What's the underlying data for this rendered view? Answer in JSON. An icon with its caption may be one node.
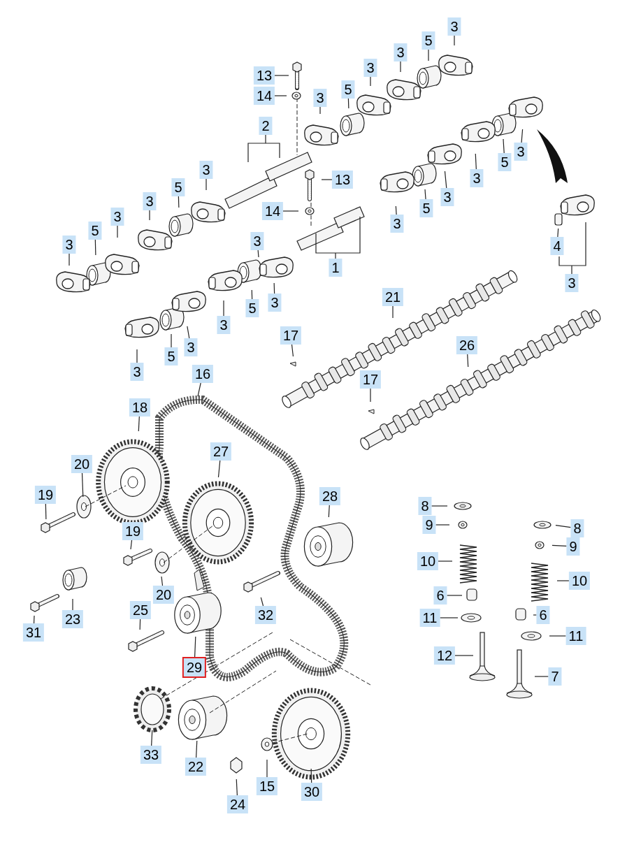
{
  "diagram": {
    "nodes": [
      {
        "text": [
          "13"
        ]
      },
      {
        "text": [
          "14"
        ]
      },
      {
        "text": [
          "2"
        ]
      },
      {
        "text": [
          "3"
        ]
      },
      {
        "text": [
          "5"
        ]
      },
      {
        "text": [
          "3"
        ]
      },
      {
        "text": [
          "3"
        ]
      },
      {
        "text": [
          "5"
        ]
      },
      {
        "text": [
          "3"
        ]
      },
      {
        "text": [
          "3"
        ]
      },
      {
        "text": [
          "5"
        ]
      },
      {
        "text": [
          "3"
        ]
      },
      {
        "text": [
          "3"
        ]
      },
      {
        "text": [
          "5"
        ]
      },
      {
        "text": [
          "3"
        ]
      },
      {
        "text": [
          "13"
        ]
      },
      {
        "text": [
          "14"
        ]
      },
      {
        "text": [
          "1"
        ]
      },
      {
        "text": [
          "3"
        ]
      },
      {
        "text": [
          "3"
        ]
      },
      {
        "text": [
          "5"
        ]
      },
      {
        "text": [
          "3"
        ]
      },
      {
        "text": [
          "3"
        ]
      },
      {
        "text": [
          "5"
        ]
      },
      {
        "text": [
          "3"
        ]
      },
      {
        "text": [
          "3"
        ]
      },
      {
        "text": [
          "5"
        ]
      },
      {
        "text": [
          "3"
        ]
      },
      {
        "text": [
          "3"
        ]
      },
      {
        "text": [
          "5"
        ]
      },
      {
        "text": [
          "3"
        ]
      },
      {
        "text": [
          "4"
        ]
      },
      {
        "text": [
          "3"
        ]
      },
      {
        "text": [
          "21"
        ]
      },
      {
        "text": [
          "17"
        ]
      },
      {
        "text": [
          "26"
        ]
      },
      {
        "text": [
          "17"
        ]
      },
      {
        "text": [
          "16"
        ]
      },
      {
        "text": [
          "18"
        ]
      },
      {
        "text": [
          "27"
        ]
      },
      {
        "text": [
          "20"
        ]
      },
      {
        "text": [
          "19"
        ]
      },
      {
        "text": [
          "28"
        ]
      },
      {
        "text": [
          "19"
        ]
      },
      {
        "text": [
          "20"
        ]
      },
      {
        "text": [
          "23"
        ]
      },
      {
        "text": [
          "31"
        ]
      },
      {
        "text": [
          "25"
        ]
      },
      {
        "text": [
          "32"
        ]
      },
      {
        "text": [
          "29"
        ]
      },
      {
        "text": [
          "33"
        ]
      },
      {
        "text": [
          "22"
        ]
      },
      {
        "text": [
          "24"
        ]
      },
      {
        "text": [
          "15"
        ]
      },
      {
        "text": [
          "30"
        ]
      },
      {
        "text": [
          "8"
        ]
      },
      {
        "text": [
          "9"
        ]
      },
      {
        "text": [
          "10"
        ]
      },
      {
        "text": [
          "6"
        ]
      },
      {
        "text": [
          "11"
        ]
      },
      {
        "text": [
          "12"
        ]
      },
      {
        "text": [
          "8"
        ]
      },
      {
        "text": [
          "9"
        ]
      },
      {
        "text": [
          "10"
        ]
      },
      {
        "text": [
          "6"
        ]
      },
      {
        "text": [
          "11"
        ]
      },
      {
        "text": [
          "7"
        ]
      }
    ],
    "edges": [
      {
        "from": 0,
        "to": null,
        "arrow": "none"
      },
      {
        "from": 1,
        "to": null,
        "arrow": "none"
      },
      {
        "from": 2,
        "to": null,
        "arrow": "none"
      },
      {
        "from": 3,
        "to": null,
        "arrow": "none"
      },
      {
        "from": 4,
        "to": null,
        "arrow": "none"
      },
      {
        "from": 5,
        "to": null,
        "arrow": "none"
      },
      {
        "from": 6,
        "to": null,
        "arrow": "none"
      },
      {
        "from": 7,
        "to": null,
        "arrow": "none"
      },
      {
        "from": 8,
        "to": null,
        "arrow": "none"
      },
      {
        "from": 9,
        "to": null,
        "arrow": "none"
      },
      {
        "from": 10,
        "to": null,
        "arrow": "none"
      },
      {
        "from": 11,
        "to": null,
        "arrow": "none"
      },
      {
        "from": 12,
        "to": null,
        "arrow": "none"
      },
      {
        "from": 13,
        "to": null,
        "arrow": "none"
      },
      {
        "from": 14,
        "to": null,
        "arrow": "none"
      },
      {
        "from": 15,
        "to": null,
        "arrow": "none"
      },
      {
        "from": 16,
        "to": null,
        "arrow": "none"
      },
      {
        "from": 17,
        "to": null,
        "arrow": "none"
      },
      {
        "from": 18,
        "to": null,
        "arrow": "none"
      },
      {
        "from": 19,
        "to": null,
        "arrow": "none"
      },
      {
        "from": 20,
        "to": null,
        "arrow": "none"
      },
      {
        "from": 21,
        "to": null,
        "arrow": "none"
      },
      {
        "from": 22,
        "to": null,
        "arrow": "none"
      },
      {
        "from": 23,
        "to": null,
        "arrow": "none"
      },
      {
        "from": 24,
        "to": null,
        "arrow": "none"
      },
      {
        "from": 25,
        "to": null,
        "arrow": "none"
      },
      {
        "from": 26,
        "to": null,
        "arrow": "none"
      },
      {
        "from": 27,
        "to": null,
        "arrow": "none"
      },
      {
        "from": 28,
        "to": null,
        "arrow": "none"
      },
      {
        "from": 29,
        "to": null,
        "arrow": "none"
      },
      {
        "from": 30,
        "to": null,
        "arrow": "none"
      },
      {
        "from": 31,
        "to": null,
        "arrow": "none"
      },
      {
        "from": 32,
        "to": null,
        "arrow": "none"
      },
      {
        "from": 33,
        "to": null,
        "arrow": "none"
      },
      {
        "from": 34,
        "to": null,
        "arrow": "none"
      },
      {
        "from": 35,
        "to": null,
        "arrow": "none"
      },
      {
        "from": 36,
        "to": null,
        "arrow": "none"
      },
      {
        "from": 37,
        "to": null,
        "arrow": "none"
      },
      {
        "from": 38,
        "to": null,
        "arrow": "none"
      },
      {
        "from": 39,
        "to": null,
        "arrow": "none"
      },
      {
        "from": 40,
        "to": null,
        "arrow": "none"
      },
      {
        "from": 41,
        "to": null,
        "arrow": "none"
      },
      {
        "from": 42,
        "to": null,
        "arrow": "none"
      },
      {
        "from": 43,
        "to": null,
        "arrow": "none"
      },
      {
        "from": 44,
        "to": null,
        "arrow": "none"
      },
      {
        "from": 45,
        "to": null,
        "arrow": "none"
      },
      {
        "from": 46,
        "to": null,
        "arrow": "none"
      },
      {
        "from": 47,
        "to": null,
        "arrow": "none"
      },
      {
        "from": 48,
        "to": null,
        "arrow": "none"
      },
      {
        "from": 49,
        "to": null,
        "arrow": "none"
      },
      {
        "from": 50,
        "to": null,
        "arrow": "none"
      },
      {
        "from": 51,
        "to": null,
        "arrow": "none"
      },
      {
        "from": 52,
        "to": null,
        "arrow": "none"
      },
      {
        "from": 53,
        "to": null,
        "arrow": "none"
      },
      {
        "from": 54,
        "to": null,
        "arrow": "none"
      },
      {
        "from": 55,
        "to": null,
        "arrow": "none"
      },
      {
        "from": 56,
        "to": null,
        "arrow": "none"
      },
      {
        "from": 57,
        "to": null,
        "arrow": "none"
      },
      {
        "from": 58,
        "to": null,
        "arrow": "none"
      },
      {
        "from": 59,
        "to": null,
        "arrow": "none"
      },
      {
        "from": 60,
        "to": null,
        "arrow": "none"
      },
      {
        "from": 61,
        "to": null,
        "arrow": "none"
      },
      {
        "from": 62,
        "to": null,
        "arrow": "none"
      },
      {
        "from": 63,
        "to": null,
        "arrow": "none"
      },
      {
        "from": 64,
        "to": null,
        "arrow": "none"
      },
      {
        "from": 65,
        "to": null,
        "arrow": "none"
      },
      {
        "from": 66,
        "to": null,
        "arrow": "none"
      }
    ]
  }
}
